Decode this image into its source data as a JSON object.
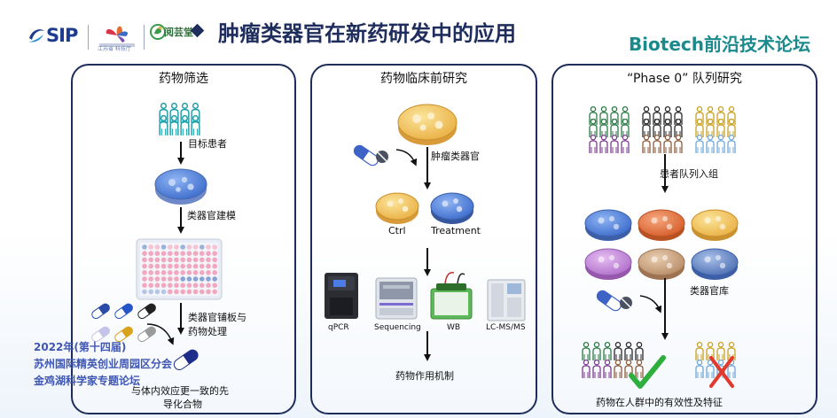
{
  "header": {
    "logo_sip": "SIP",
    "logo_second": "江苏省 科技厅",
    "logo_third": "阅芸堂",
    "title": "肿瘤类器官在新药研发中的应用",
    "brand": "Biotech前沿技术论坛"
  },
  "panels": {
    "screening": {
      "title": "药物筛选",
      "labels": {
        "target_patients": "目标患者",
        "organoid_modeling": "类器官建模",
        "plating_line1": "类器官铺板与",
        "plating_line2": "药物处理",
        "result_line1": "与体内效应更一致的先",
        "result_line2": "导化合物"
      }
    },
    "preclinical": {
      "title": "药物临床前研究",
      "labels": {
        "tumor_organoid": "肿瘤类器官",
        "ctrl": "Ctrl",
        "treatment": "Treatment",
        "qpcr": "qPCR",
        "sequencing": "Sequencing",
        "wb": "WB",
        "lcms": "LC-MS/MS",
        "mechanism": "药物作用机制"
      }
    },
    "phase0": {
      "title": "“Phase 0” 队列研究",
      "labels": {
        "enrollment": "患者队列入组",
        "biobank": "类器官库",
        "efficacy": "药物在人群中的有效性及特征"
      }
    }
  },
  "event": {
    "line1": "2022年(第十四届)",
    "line2": "苏州国际精英创业周园区分会",
    "line3": "金鸡湖科学家专题论坛"
  },
  "colors": {
    "navy": "#1e2d5c",
    "teal_brand": "#1a8a8c",
    "dish_blue": "#4a7dd8",
    "dish_yellow": "#f2c457",
    "dish_orange": "#e0713c",
    "dish_purple": "#c486d8",
    "dish_tan": "#c9a37f",
    "check_green": "#2eae3c",
    "cross_red": "#e23a2c"
  },
  "icons": {
    "capsule": "capsule-icon",
    "pill": "pill-icon",
    "person": "person-icon",
    "dish": "petri-dish-icon",
    "plate": "well-plate-icon",
    "check": "check-icon",
    "cross": "cross-icon"
  }
}
